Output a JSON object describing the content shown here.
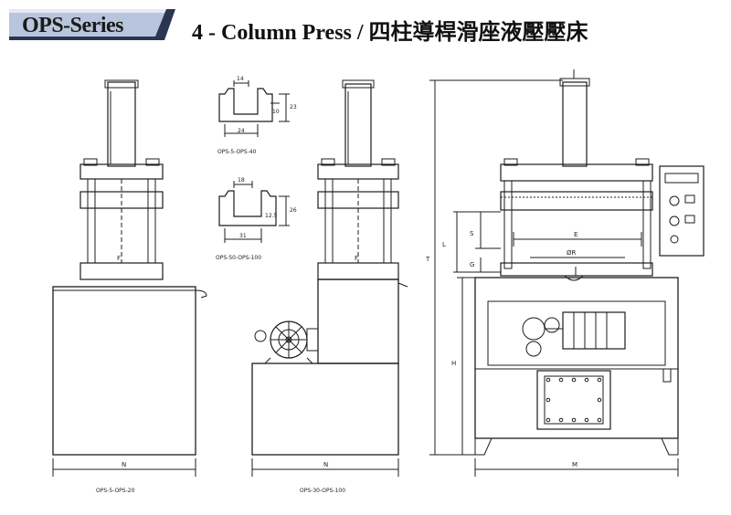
{
  "header": {
    "series_label": "OPS-Series",
    "title": "4 - Column Press / 四柱導桿滑座液壓壓床"
  },
  "profiles": {
    "top": {
      "model_range": "OPS-5-OPS-40",
      "dims": [
        "14",
        "23",
        "10",
        "24"
      ]
    },
    "bottom": {
      "model_range": "OPS-50-OPS-100",
      "dims": [
        "18",
        "26",
        "12.5",
        "31"
      ]
    }
  },
  "left_press": {
    "model_range": "OPS-5-OPS-20",
    "width_label": "N",
    "stroke_label": "F"
  },
  "middle_press": {
    "model_range": "OPS-30-OPS-100",
    "width_label": "N",
    "stroke_label": "F"
  },
  "right_press": {
    "dims": {
      "T": "T",
      "L": "L",
      "S": "S",
      "G": "G",
      "H": "H",
      "E": "E",
      "R": "ØR",
      "M": "M"
    }
  },
  "colors": {
    "line": "#1c1c1c",
    "tab_fill": "#9aa9c4",
    "tab_dark": "#2a3552"
  }
}
